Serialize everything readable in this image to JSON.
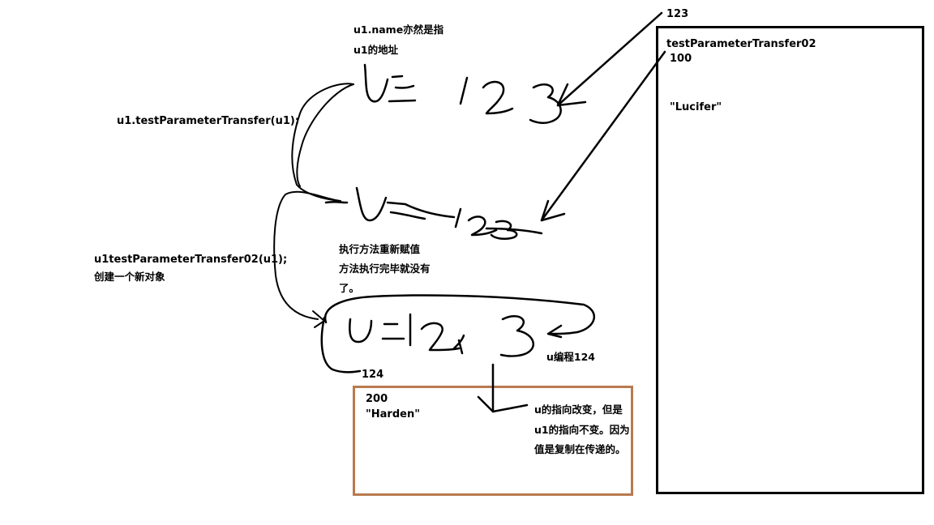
{
  "labels": {
    "addr_123": "123",
    "method2_name": "testParameterTransfer02",
    "addr_100": "100",
    "name_lucifer": "\"Lucifer\"",
    "u1_name_line1": "u1.name亦然是指",
    "u1_name_line2": "u1的地址",
    "call_method1": "u1.testParameterTransfer(u1);",
    "call_method2": "u1testParameterTransfer02(u1);",
    "create_new": "创建一个新对象",
    "reassign_line1": "执行方法重新赋值",
    "reassign_line2": "方法执行完毕就没有",
    "reassign_line3": "了。",
    "u_changed": "u编程124",
    "addr_124": "124",
    "addr_200": "200",
    "name_harden": "\"Harden\"",
    "explain_line1": "u的指向改变，但是",
    "explain_line2": "u1的指向不变。因为",
    "explain_line3": "值是复制在传递的。"
  },
  "colors": {
    "ink": "#000000",
    "new_object_border": "#b87a4f",
    "background": "#ffffff"
  }
}
